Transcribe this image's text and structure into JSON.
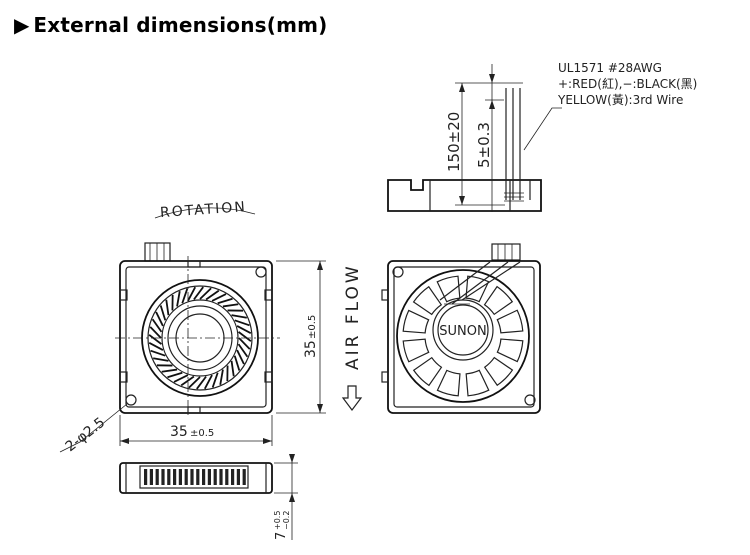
{
  "heading": {
    "marker": "▶",
    "title": "External dimensions(mm)"
  },
  "wire_note": {
    "line1": "UL1571  #28AWG",
    "line2": "+:RED(紅),−:BLACK(黑)",
    "line3": "YELLOW(黃):3rd  Wire"
  },
  "labels": {
    "rotation": "ROTATION",
    "air_flow": "AIR FLOW",
    "brand": "SUNON",
    "hole": "2-φ2.5",
    "lead_length": "150±20",
    "strip_length": "5±0.3",
    "height_main": "35",
    "height_tol": "±0.5",
    "width_main": "35",
    "width_tol": "±0.5",
    "thickness_main": "7",
    "thickness_tol_plus": "+0.5",
    "thickness_tol_minus": "−0.2"
  },
  "colors": {
    "line": "#222222",
    "background": "#ffffff"
  }
}
